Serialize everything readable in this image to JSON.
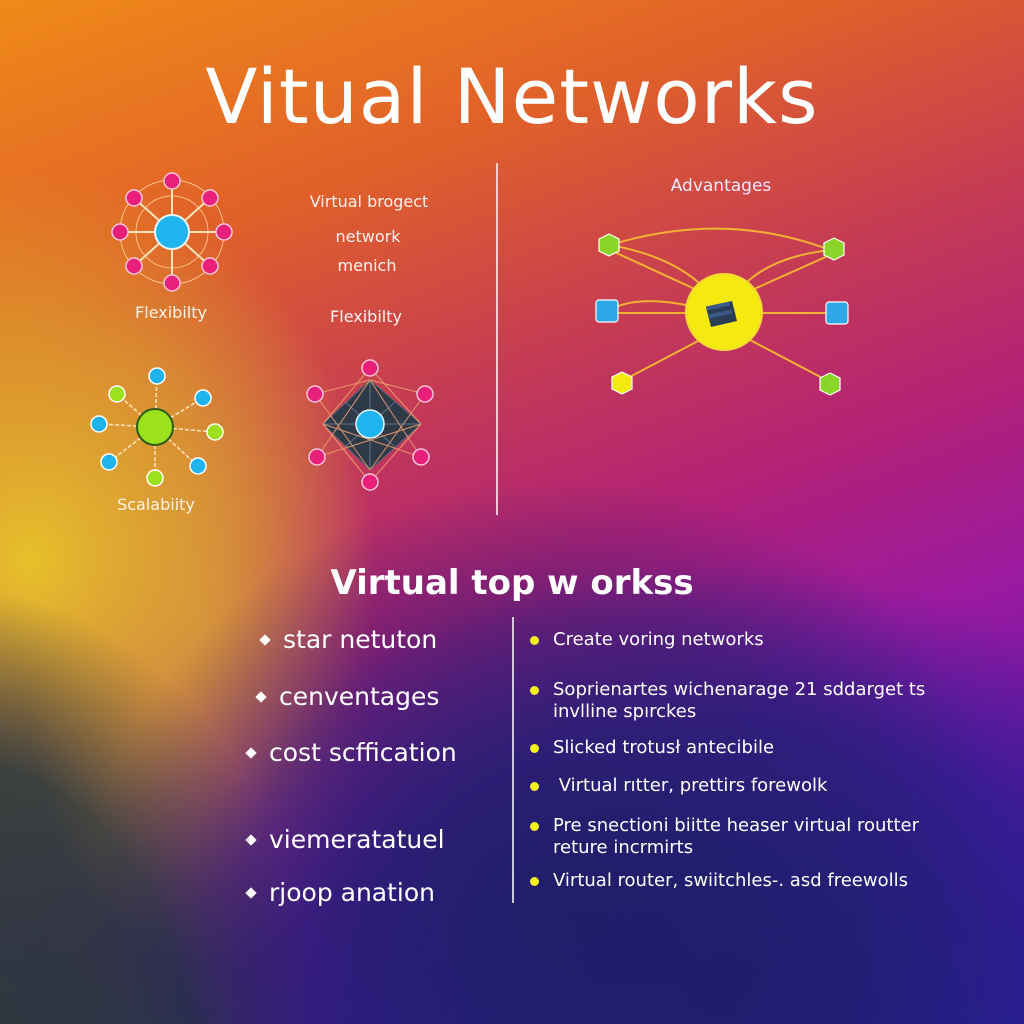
{
  "title": "Vitual Networks",
  "top_left": {
    "diagram_flexibility": {
      "label": "Flexibilty",
      "hub_color": "#1fb4ee",
      "node_color": "#e8207a",
      "link_color": "#ffd7a0"
    },
    "description": {
      "lines": [
        "Virtual brogect",
        "network",
        "menich"
      ],
      "label": "Flexibilty"
    },
    "diagram_scalability": {
      "label": "Scalabiity",
      "hub_color": "#9be21c",
      "node_colors": [
        "#1fb4ee",
        "#9be21c"
      ]
    },
    "diagram_mesh": {
      "hub_color": "#1fb4ee",
      "core_color": "#2f3a48",
      "node_color": "#e8207a"
    }
  },
  "top_right": {
    "heading": "Advantages",
    "hub_color": "#f4ea10",
    "link_color": "#f3b233",
    "node_colors": [
      "#8bd42a",
      "#8bd42a",
      "#2fa6e6",
      "#2fa6e6",
      "#f4ea10",
      "#8bd42a"
    ]
  },
  "section": {
    "title": "Virtual top w orkss",
    "left_items": [
      "star netuton",
      "cenventages",
      "cost scffication",
      "viemeratatuel",
      "rjoop anation"
    ],
    "right_items": [
      {
        "line1": "Create voring networks",
        "line2": ""
      },
      {
        "line1": "Soprienartes wichenarage 21 sddarget ts",
        "line2": "invlline spırckes"
      },
      {
        "line1": "Slicked trotusł antecibile",
        "line2": ""
      },
      {
        "line1": " Virtual rıtter, prettirs forewolk",
        "line2": ""
      },
      {
        "line1": "Pre snectioni biitte heaser virtual routter",
        "line2": "reture incrmirts"
      },
      {
        "line1": "Virtual router, swiitchles-. asd freewolls",
        "line2": ""
      }
    ]
  },
  "colors": {
    "accent_yellow": "#f4f01c",
    "accent_pink": "#e8207a",
    "accent_cyan": "#1fb4ee",
    "accent_lime": "#9be21c"
  }
}
